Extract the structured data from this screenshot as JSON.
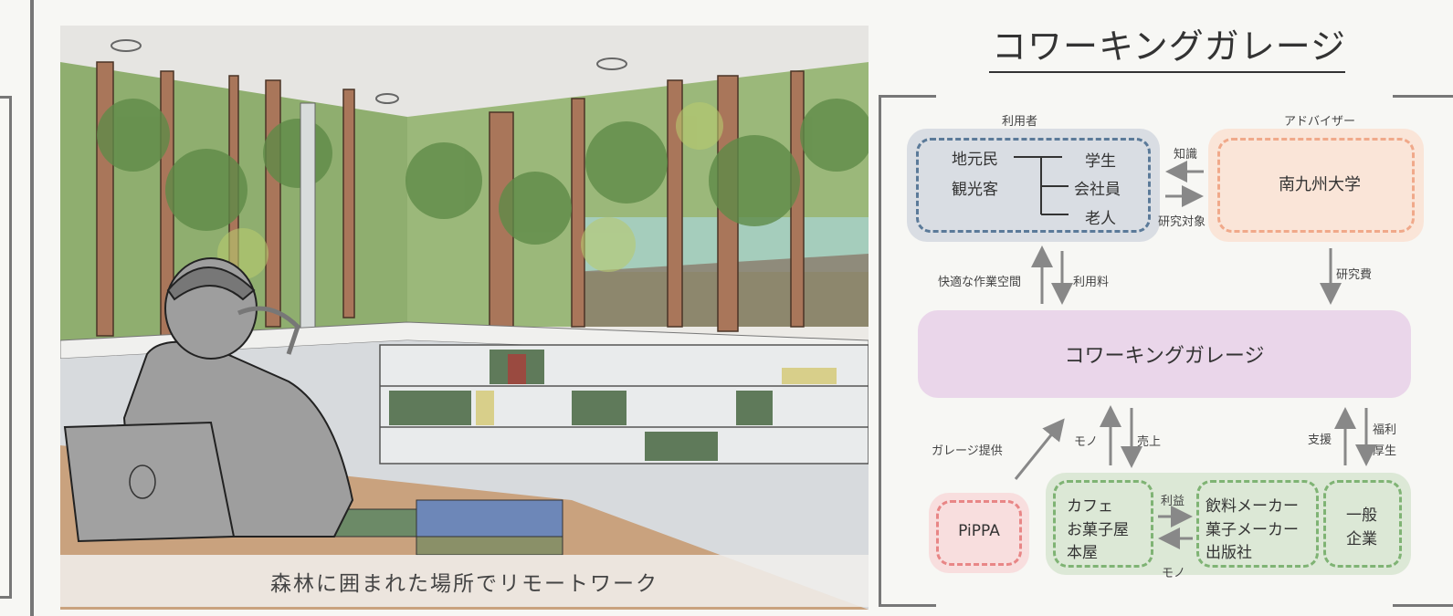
{
  "caption": "森林に囲まれた場所でリモートワーク",
  "diagram": {
    "title": "コワーキングガレージ",
    "users_label": "利用者",
    "users_left": [
      "地元民",
      "観光客"
    ],
    "users_right": [
      "学生",
      "会社員",
      "老人"
    ],
    "advisor_label": "アドバイザー",
    "advisor": "南九州大学",
    "knowledge": "知識",
    "research_target": "研究対象",
    "comfort": "快適な作業空間",
    "usage_fee": "利用料",
    "research_fee": "研究費",
    "center": "コワーキングガレージ",
    "garage_provide": "ガレージ提供",
    "mono_top": "モノ",
    "sales": "売上",
    "support": "支援",
    "welfare": [
      "福利",
      "厚生"
    ],
    "pippa": "PiPPA",
    "shops": [
      "カフェ",
      "お菓子屋",
      "本屋"
    ],
    "profit": "利益",
    "mono_bottom": "モノ",
    "makers": [
      "飲料メーカー",
      "菓子メーカー",
      "出版社"
    ],
    "company": [
      "一般",
      "企業"
    ]
  },
  "colors": {
    "users_box": "#d9dde3",
    "users_dash": "#5b7a99",
    "advisor_box": "#fae5d8",
    "advisor_dash": "#f0a98a",
    "center_box": "#ead6ea",
    "pippa_box": "#f8dede",
    "pippa_dash": "#e88686",
    "green_box": "#dce8d6",
    "green_dash": "#7fb374"
  }
}
